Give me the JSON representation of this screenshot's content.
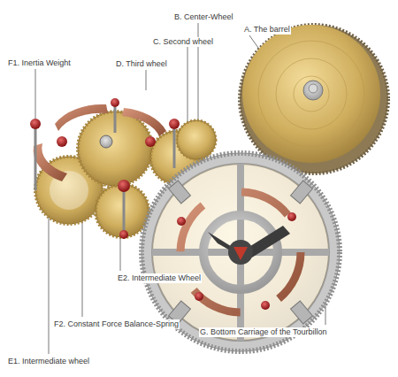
{
  "diagram": {
    "labels": [
      "B. Center-Wheel",
      "A. The barrel",
      "C. Second wheel",
      "F1. Inertia Weight",
      "D. Third wheel",
      "E2. Intermediate Wheel",
      "F2. Constant Force Balance-Spring",
      "G. Bottom Carriage of the Tourbillon",
      "E1. Intermediate wheel"
    ]
  }
}
